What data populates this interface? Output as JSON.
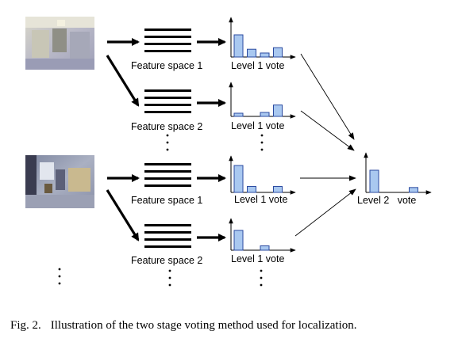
{
  "figure": {
    "caption_number": "Fig. 2.",
    "caption_text": "Illustration of the two stage voting method used for localization."
  },
  "labels": {
    "feature_space_1": "Feature space 1",
    "feature_space_2": "Feature space 2",
    "level1_vote": "Level 1 vote",
    "level2_vote": "Level 2   vote"
  },
  "ellipsis": "⋮",
  "histograms": {
    "row1": [
      1.0,
      0.35,
      0.18,
      0.42
    ],
    "row2": [
      0.2,
      0.0,
      0.25,
      0.72
    ],
    "row3": [
      1.0,
      0.22,
      0.0,
      0.22
    ],
    "row4": [
      1.0,
      0.0,
      0.22,
      0.0
    ],
    "level2": [
      1.0,
      0.0,
      0.0,
      0.22
    ]
  },
  "colors": {
    "bar_fill": "#a9c8f0",
    "bar_stroke": "#2a4aa0",
    "line": "#000000"
  },
  "icons": {
    "photo1": "kitchen-photo",
    "photo2": "room-photo"
  }
}
